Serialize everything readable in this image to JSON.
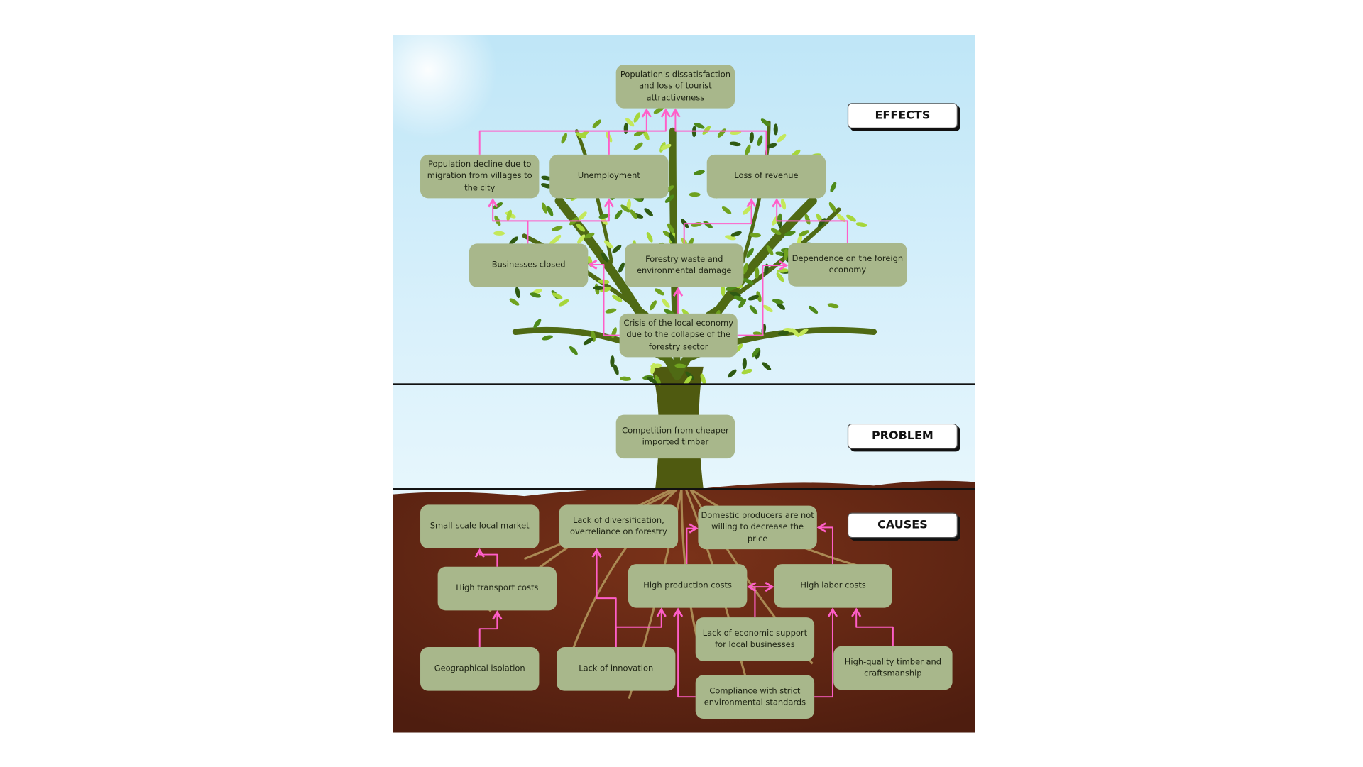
{
  "section_labels": {
    "effects": "EFFECTS",
    "problem": "PROBLEM",
    "causes": "CAUSES"
  },
  "effects": {
    "top": "Population's dissatisfaction and loss of tourist attractiveness",
    "population_decline": "Population decline due to migration from villages to the city",
    "unemployment": "Unemployment",
    "loss_of_revenue": "Loss of revenue",
    "businesses_closed": "Businesses closed",
    "forestry_waste": "Forestry waste and environmental damage",
    "dependence": "Dependence on the foreign economy",
    "crisis": "Crisis of the local economy due to the collapse of the forestry sector"
  },
  "problem": {
    "core": "Competition from cheaper imported timber"
  },
  "causes": {
    "small_market": "Small-scale local market",
    "lack_diversification": "Lack of diversification, overreliance on forestry",
    "domestic_producers": "Domestic producers are not willing to decrease the price",
    "high_transport": "High transport costs",
    "high_production": "High production costs",
    "high_labor": "High labor costs",
    "lack_support": "Lack of economic support for local businesses",
    "geographical": "Geographical isolation",
    "lack_innovation": "Lack of innovation",
    "high_quality": "High-quality timber and craftsmanship",
    "compliance": "Compliance with strict environmental standards"
  },
  "colors": {
    "box": "#a8b78b",
    "arrow": "#ff5ec8",
    "soil": "#6b2a16"
  }
}
